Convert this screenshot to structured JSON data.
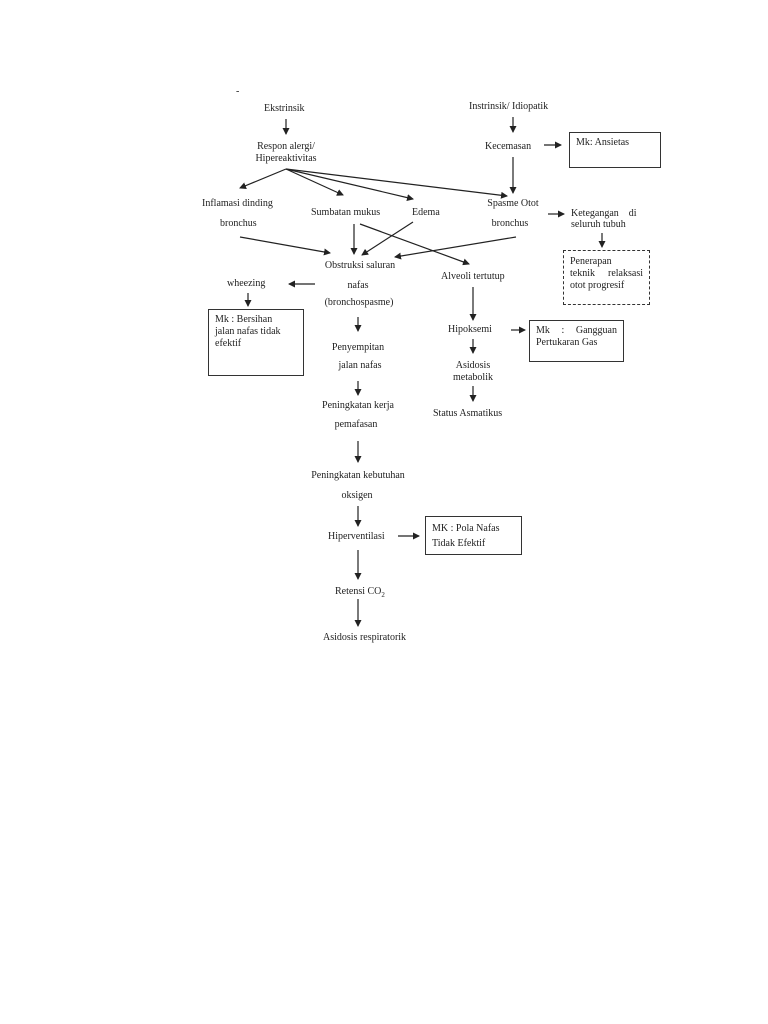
{
  "dash_mark": "-",
  "nodes": {
    "ekstrinsik": "Ekstrinsik",
    "intrinsik": "Instrinsik/ Idiopatik",
    "respon_line1": "Respon alergi/",
    "respon_line2": "Hipereaktivitas",
    "kecemasan": "Kecemasan",
    "inflamasi_line1": "Inflamasi dinding",
    "inflamasi_line2": "bronchus",
    "sumbatan": "Sumbatan mukus",
    "edema": "Edema",
    "spasme_line1": "Spasme Otot",
    "spasme_line2": "bronchus",
    "ketegangan_line1": "Ketegangan    di",
    "ketegangan_line2": "seluruh tubuh",
    "obstruksi_line1": "Obstruksi saluran",
    "obstruksi_line2": "nafas",
    "obstruksi_line3": "(bronchospasme)",
    "wheezing": "wheezing",
    "alveoli": "Alveoli tertutup",
    "hipoksemi": "Hipoksemi",
    "asidosis_met_line1": "Asidosis",
    "asidosis_met_line2": "metabolik",
    "status": "Status Asmatikus",
    "penyempitan_line1": "Penyempitan",
    "penyempitan_line2": "jalan nafas",
    "peningkatan_kerja_line1": "Peningkatan kerja",
    "peningkatan_kerja_line2": "pemafasan",
    "peningkatan_kebutuhan_line1": "Peningkatan kebutuhan",
    "peningkatan_kebutuhan_line2": "oksigen",
    "hiperventilasi": "Hiperventilasi",
    "retensi": "Retensi CO",
    "retensi_sub": "2",
    "asidosis_resp": "Asidosis respiratorik"
  },
  "boxes": {
    "ansietas": "Mk: Ansietas",
    "bersihan_line1": "Mk : Bersihan",
    "bersihan_line2": "jalan nafas tidak",
    "bersihan_line3": "efektif",
    "relaksasi_line1": "Penerapan",
    "relaksasi_line2": "teknik  relaksasi",
    "relaksasi_line3": "otot progresif",
    "gas_line1": "Mk   :   Gangguan",
    "gas_line2": "Pertukaran Gas",
    "pola_line1": "MK : Pola Nafas",
    "pola_line2": "Tidak Efektif"
  },
  "colors": {
    "line": "#222222",
    "text": "#222222"
  }
}
